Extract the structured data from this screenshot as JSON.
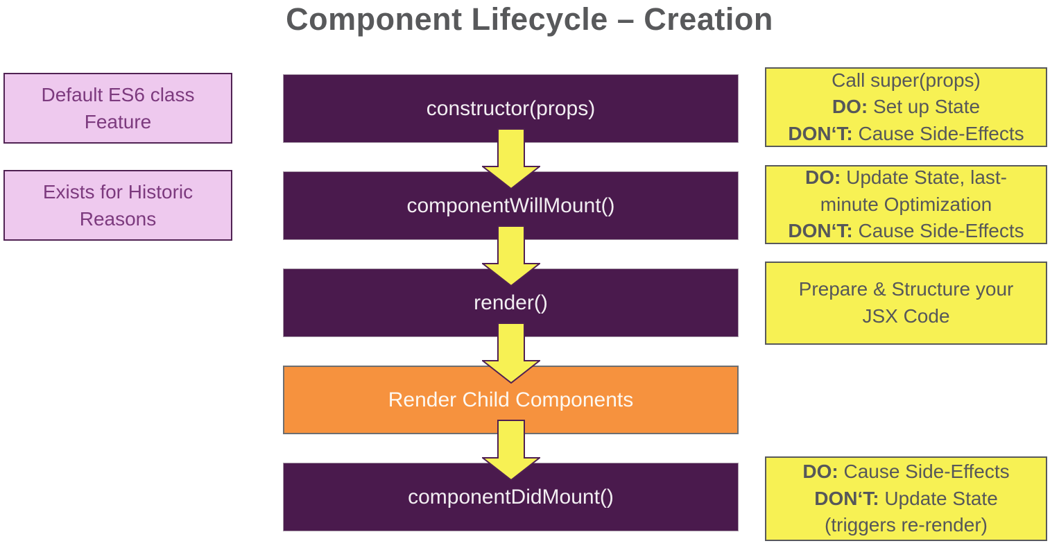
{
  "title": "Component Lifecycle – Creation",
  "colors": {
    "background": "#ffffff",
    "title-gray": "#58595b",
    "purple": "#4a1a4d",
    "purple-edge": "#a89aa8",
    "stage-text": "#f2eef2",
    "pink": "#eec9ee",
    "pink-border": "#502253",
    "pink-text": "#7c3a7e",
    "yellow": "#f7f154",
    "yellow-border": "#58595b",
    "note-text": "#56575a",
    "orange": "#f6923e",
    "orange-border": "#6d6e70",
    "arrow-outline": "#4f1f52"
  },
  "left_notes": [
    {
      "lines": [
        [
          {
            "t": "Default ES6 class"
          }
        ],
        [
          {
            "t": "Feature"
          }
        ]
      ]
    },
    {
      "lines": [
        [
          {
            "t": "Exists for Historic"
          }
        ],
        [
          {
            "t": "Reasons"
          }
        ]
      ]
    }
  ],
  "stages": [
    {
      "label": "constructor(props)"
    },
    {
      "label": "componentWillMount()"
    },
    {
      "label": "render()"
    },
    {
      "label": "Render Child Components"
    },
    {
      "label": "componentDidMount()"
    }
  ],
  "right_notes": [
    {
      "lines": [
        [
          {
            "t": "Call super(props)"
          }
        ],
        [
          {
            "b": "DO:"
          },
          {
            "t": " Set up State"
          }
        ],
        [
          {
            "b": "DON‘T:"
          },
          {
            "t": " Cause Side-Effects"
          }
        ]
      ]
    },
    {
      "lines": [
        [
          {
            "b": "DO:"
          },
          {
            "t": " Update State, last-"
          }
        ],
        [
          {
            "t": "minute Optimization"
          }
        ],
        [
          {
            "b": "DON‘T:"
          },
          {
            "t": " Cause Side-Effects"
          }
        ]
      ]
    },
    {
      "lines": [
        [
          {
            "t": "Prepare & Structure your"
          }
        ],
        [
          {
            "t": "JSX Code"
          }
        ]
      ]
    },
    {
      "lines": [
        [
          {
            "b": "DO:"
          },
          {
            "t": " Cause Side-Effects"
          }
        ],
        [
          {
            "b": "DON‘T:"
          },
          {
            "t": " Update State"
          }
        ],
        [
          {
            "t": "(triggers re-render)"
          }
        ]
      ]
    }
  ]
}
